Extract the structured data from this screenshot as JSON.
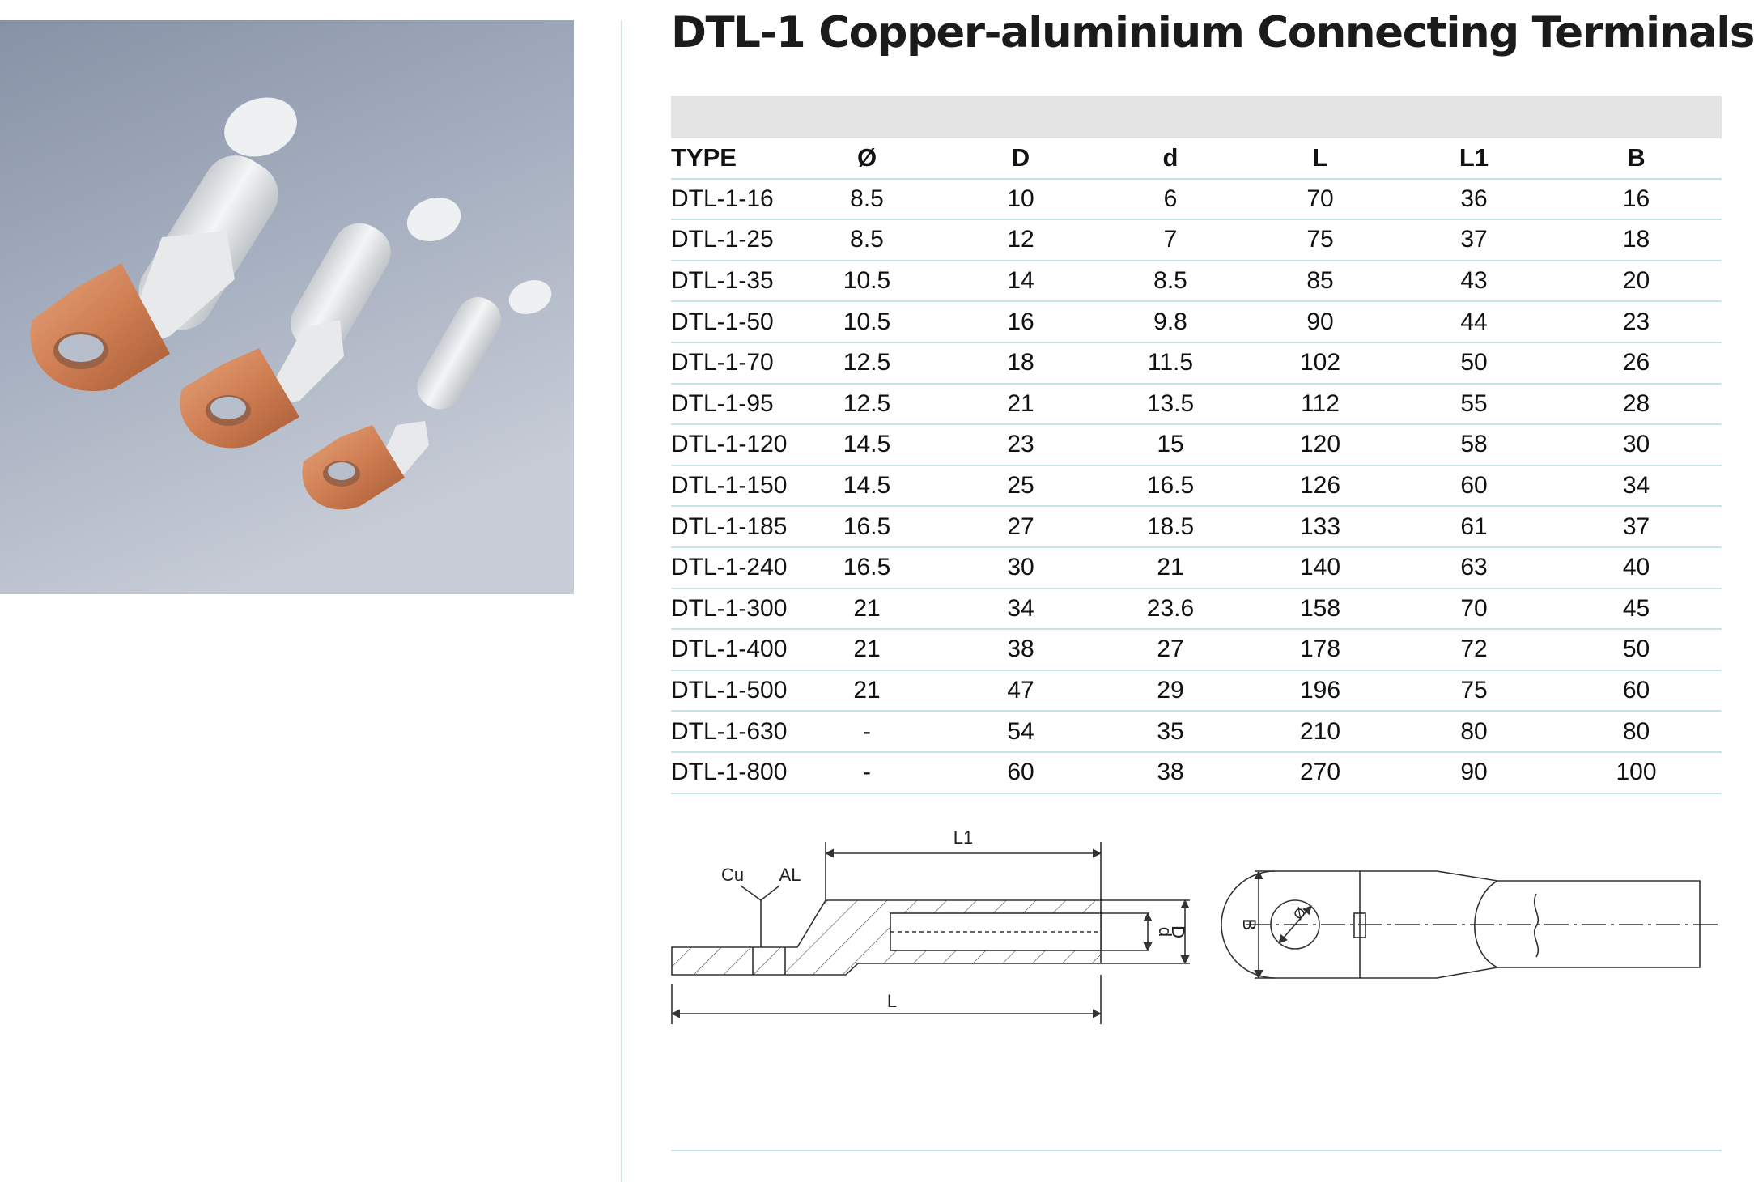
{
  "title": "DTL-1 Copper-aluminium Connecting Terminals",
  "table": {
    "headers": [
      "TYPE",
      "Ø",
      "D",
      "d",
      "L",
      "L1",
      "B"
    ],
    "rows": [
      [
        "DTL-1-16",
        "8.5",
        "10",
        "6",
        "70",
        "36",
        "16"
      ],
      [
        "DTL-1-25",
        "8.5",
        "12",
        "7",
        "75",
        "37",
        "18"
      ],
      [
        "DTL-1-35",
        "10.5",
        "14",
        "8.5",
        "85",
        "43",
        "20"
      ],
      [
        "DTL-1-50",
        "10.5",
        "16",
        "9.8",
        "90",
        "44",
        "23"
      ],
      [
        "DTL-1-70",
        "12.5",
        "18",
        "11.5",
        "102",
        "50",
        "26"
      ],
      [
        "DTL-1-95",
        "12.5",
        "21",
        "13.5",
        "112",
        "55",
        "28"
      ],
      [
        "DTL-1-120",
        "14.5",
        "23",
        "15",
        "120",
        "58",
        "30"
      ],
      [
        "DTL-1-150",
        "14.5",
        "25",
        "16.5",
        "126",
        "60",
        "34"
      ],
      [
        "DTL-1-185",
        "16.5",
        "27",
        "18.5",
        "133",
        "61",
        "37"
      ],
      [
        "DTL-1-240",
        "16.5",
        "30",
        "21",
        "140",
        "63",
        "40"
      ],
      [
        "DTL-1-300",
        "21",
        "34",
        "23.6",
        "158",
        "70",
        "45"
      ],
      [
        "DTL-1-400",
        "21",
        "38",
        "27",
        "178",
        "72",
        "50"
      ],
      [
        "DTL-1-500",
        "21",
        "47",
        "29",
        "196",
        "75",
        "60"
      ],
      [
        "DTL-1-630",
        "-",
        "54",
        "35",
        "210",
        "80",
        "80"
      ],
      [
        "DTL-1-800",
        "-",
        "60",
        "38",
        "270",
        "90",
        "100"
      ]
    ]
  },
  "drawing": {
    "labels": {
      "l1": "L1",
      "cu": "Cu",
      "al": "AL",
      "l": "L",
      "d_small": "d",
      "d_big": "D",
      "b": "B",
      "phi": "Ø"
    }
  },
  "colors": {
    "divider": "#c3e5e6",
    "header_band": "#e4e4e4",
    "copper": "#c97a4e",
    "aluminium": "#d9dde0"
  }
}
